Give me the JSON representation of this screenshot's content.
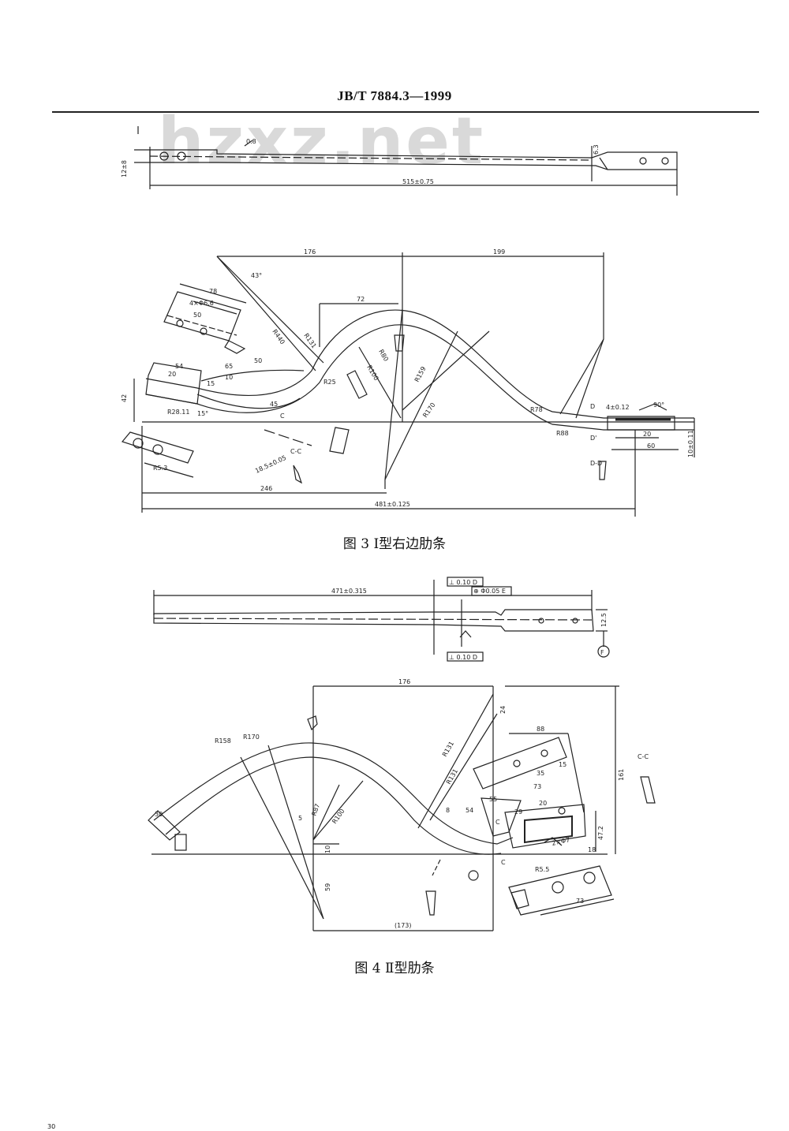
{
  "header": {
    "standard_code": "JB/T  7884.3—1999"
  },
  "watermark": {
    "text": "hzxz.net"
  },
  "figure3": {
    "caption_label": "图 3",
    "caption_title": "Ⅰ型右边肋条",
    "dims": {
      "top_length": "515±0.75",
      "top_height": "12±8",
      "top_angle": "0.8",
      "top_right": "6.3",
      "d176": "176",
      "d199": "199",
      "a43": "43°",
      "d72": "72",
      "d78": "78",
      "hole": "4×Φ6.6",
      "d50": "50",
      "d54": "54",
      "d20": "20",
      "d65": "65",
      "d50b": "50",
      "d10": "10",
      "d15": "15",
      "d45": "45",
      "d42": "42",
      "r28": "R28.11",
      "a15": "15°",
      "r440": "R440",
      "r131": "R131",
      "r25": "R25",
      "r80": "R80",
      "r100": "R100",
      "r159": "R159",
      "r170": "R170",
      "r78": "R78",
      "r88": "R88",
      "d4": "4±0.12",
      "a90": "90°",
      "d20b": "20",
      "d60": "60",
      "d10r": "10±0.11",
      "d18": "18.5±0.05",
      "cc": "C-C",
      "dd": "D-D",
      "d1": "D",
      "d1p": "D'",
      "c1": "C",
      "r53": "R5.3",
      "d246": "246",
      "total": "481±0.125"
    }
  },
  "figure4": {
    "caption_label": "图 4",
    "caption_title": "Ⅱ型肋条",
    "dims": {
      "top_length": "471±0.315",
      "tol1": "⊥ 0.10 D",
      "tol2": "⊕ Φ0.05 E",
      "tol3": "⊥ 0.10 D",
      "right_h": "12.5",
      "f": "F",
      "d176": "176",
      "d24": "24",
      "d88": "88",
      "d35": "35",
      "d15": "15",
      "d73": "73",
      "d161": "161",
      "cc": "C-C",
      "r158": "R158",
      "r170": "R170",
      "r131": "R131",
      "r131b": "R131",
      "r87": "R87",
      "r100": "R100",
      "d5": "5",
      "d10": "10",
      "d59": "59",
      "d30": "30",
      "d8": "8",
      "d54": "54",
      "d55": "55",
      "d20": "20",
      "d29": "29",
      "d47": "47.2",
      "hole": "2×Φ7",
      "r55": "R5.5",
      "d73b": "73",
      "d173": "(173)",
      "c1": "C",
      "c2": "C",
      "a18": "18"
    }
  },
  "page": {
    "page_number": "30"
  }
}
